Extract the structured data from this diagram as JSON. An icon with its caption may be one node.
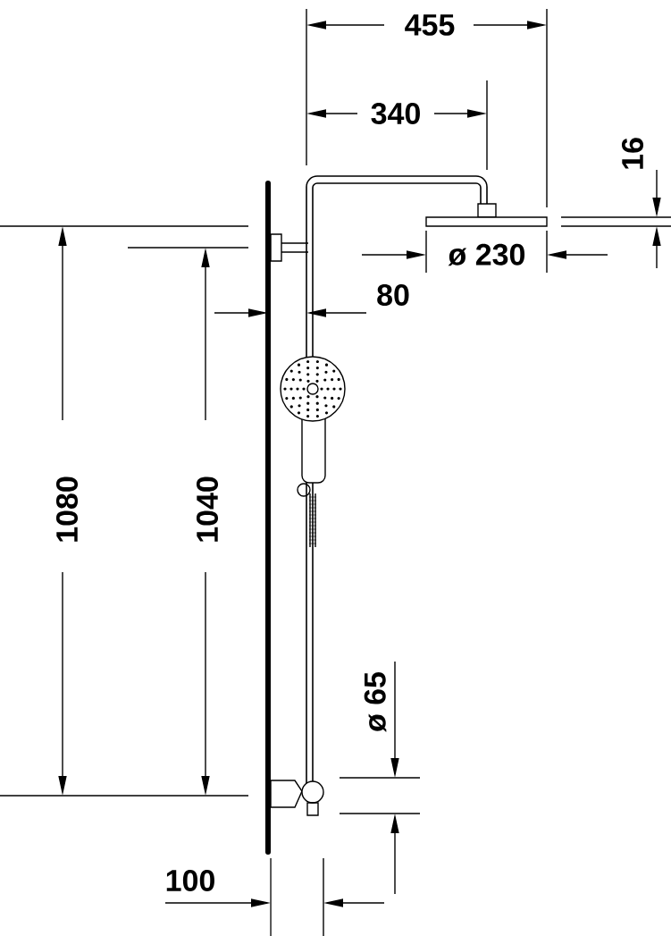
{
  "diagram": {
    "labels": [
      "455",
      "340",
      "16",
      "ø 230",
      "80",
      "1080",
      "1040",
      "ø 65",
      "100"
    ]
  }
}
